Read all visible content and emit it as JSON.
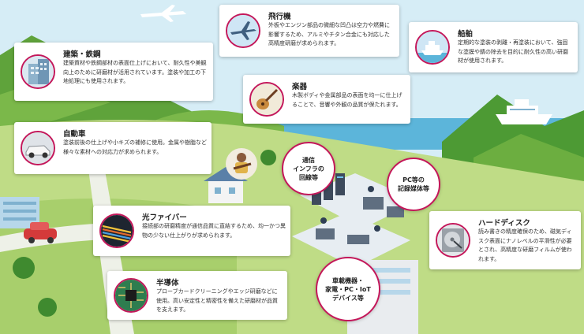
{
  "colors": {
    "accent": "#c4175a",
    "sky": "#d6edf6",
    "grass": "#bfdc86",
    "sea": "#5cb5da"
  },
  "cards": {
    "construction": {
      "title": "建築・鉄鋼",
      "desc": "建築資材や鉄鋼部材の表面仕上げにおいて、耐久性や美観向上のために研磨材が活用されています。塗装や加工の下地処理にも使用されます。",
      "icon": "building-icon"
    },
    "aircraft": {
      "title": "飛行機",
      "desc": "外板やエンジン部品の微細な凹凸は空力や燃費に影響するため、アルミやチタン合金にも対応した高精度研磨が求められます。",
      "icon": "airplane-icon"
    },
    "ship": {
      "title": "船舶",
      "desc": "定期的な塗装の剥離・再塗装において、強固な塗膜や錆の除去を目的に耐久性の高い研磨材が使用されます。",
      "icon": "ship-icon"
    },
    "instrument": {
      "title": "楽器",
      "desc": "木製ボディや金属部品の表面を均一に仕上げることで、音響や外観の品質が保たれます。",
      "icon": "guitar-icon"
    },
    "car": {
      "title": "自動車",
      "desc": "塗装前後の仕上げや小キズの補修に使用。金属や樹脂など様々な素材への対応力が求められます。",
      "icon": "car-icon"
    },
    "fiber": {
      "title": "光ファイバー",
      "desc": "接続部の研磨精度が通信品質に直結するため、均一かつ異物の少ない仕上がりが求められます。",
      "icon": "fiber-optic-icon"
    },
    "semiconductor": {
      "title": "半導体",
      "desc": "プローブカードクリーニングやエッジ研磨などに使用。高い安定性と精密性を備えた研磨材が品質を支えます。",
      "icon": "circuit-board-icon"
    },
    "hdd": {
      "title": "ハードディスク",
      "desc": "読み書きの精度確保のため、磁気ディスク表面にナノレベルの平滑性が必要とされ、高精度な研磨フィルムが使われます。",
      "icon": "hard-disk-icon"
    }
  },
  "bubbles": {
    "infra": "通信\nインフラの\n回線等",
    "media": "PC等の\n記録媒体等",
    "devices": "車載機器・\n家電・PC・IoT\nデバイス等"
  }
}
